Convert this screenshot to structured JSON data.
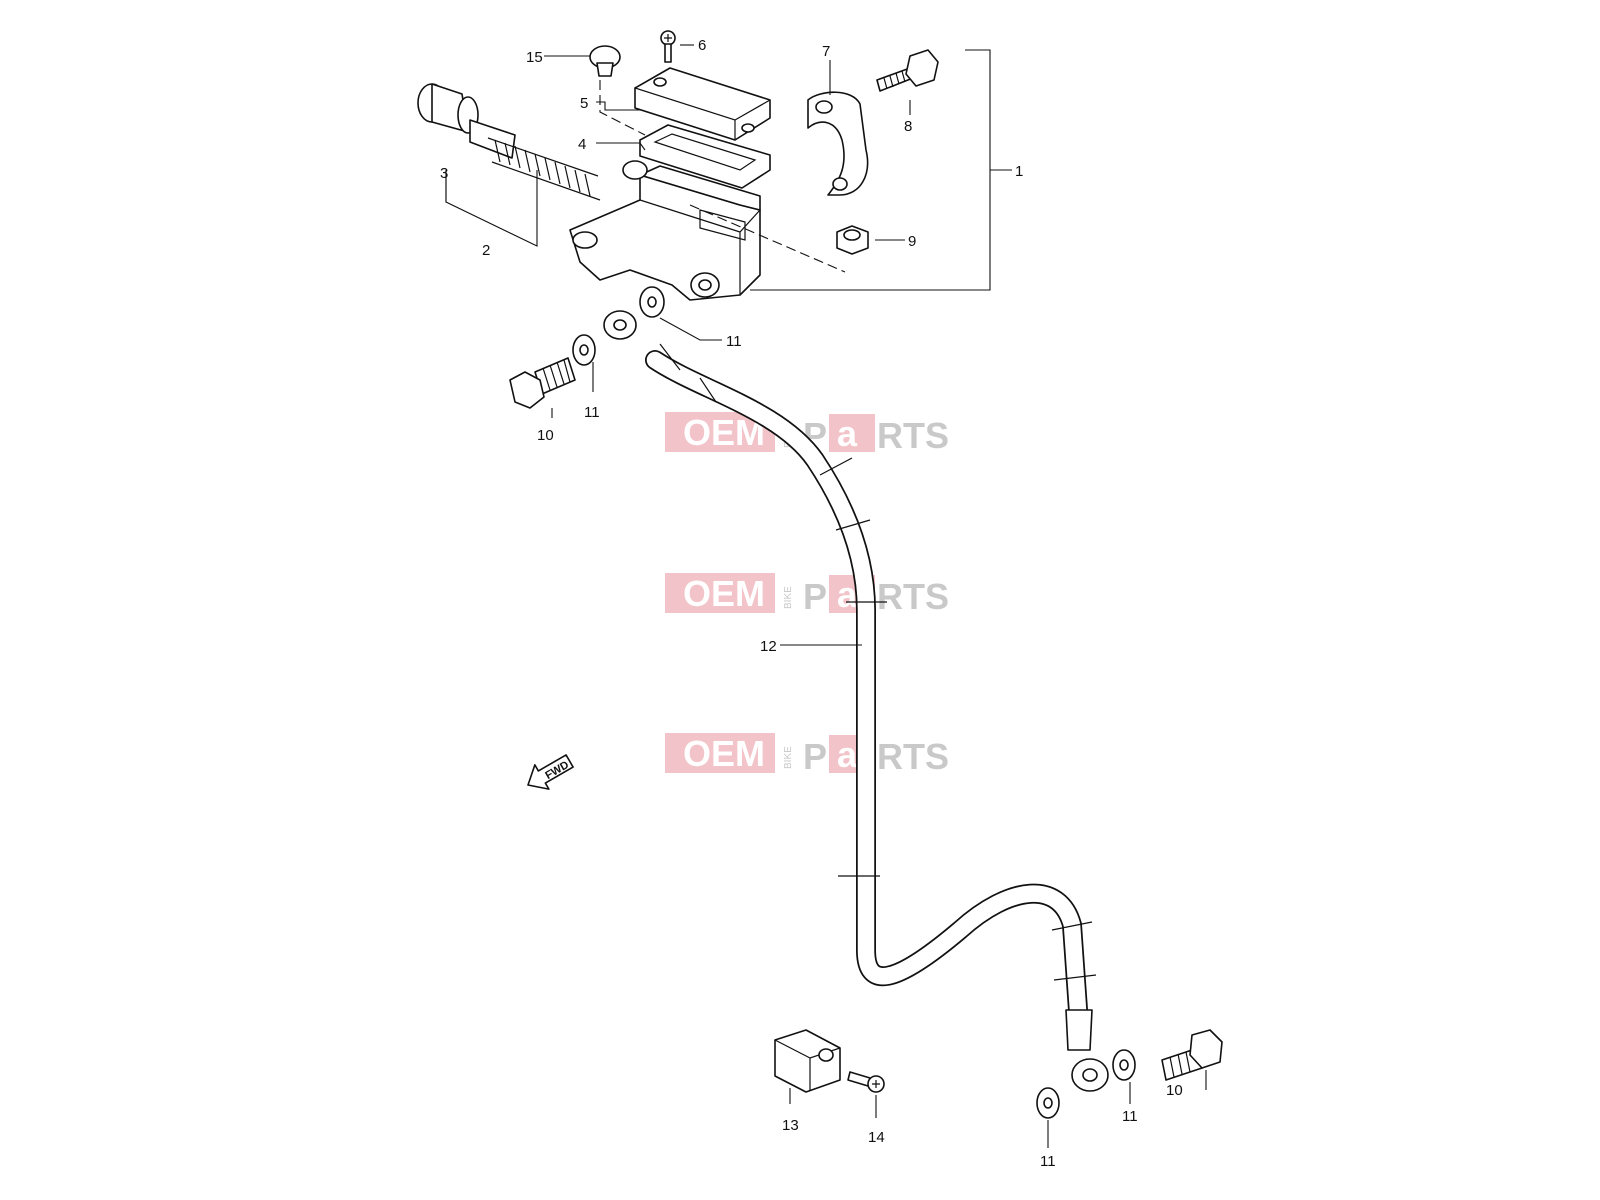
{
  "callouts": {
    "c1": "1",
    "c2": "2",
    "c3": "3",
    "c4": "4",
    "c5": "5",
    "c6": "6",
    "c7": "7",
    "c8": "8",
    "c9": "9",
    "c10a": "10",
    "c10b": "10",
    "c11a": "11",
    "c11b": "11",
    "c11c": "11",
    "c11d": "11",
    "c12": "12",
    "c13": "13",
    "c14": "14",
    "c15": "15"
  },
  "fwd_label": "FWD",
  "watermark": {
    "oem": "OEM",
    "bike": "BIKE",
    "parts_p": "P",
    "parts_a": "a",
    "parts_rest": "RTS"
  },
  "colors": {
    "watermark_red": "#e8929a",
    "watermark_grey": "#c9c9c9",
    "line": "#111111"
  }
}
